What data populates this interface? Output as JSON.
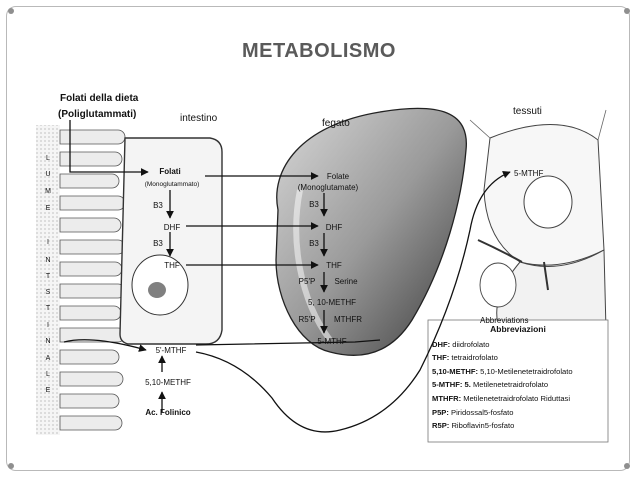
{
  "slide": {
    "title": "METABOLISMO"
  },
  "diagram": {
    "left_header_line1": "Folati della dieta",
    "left_header_line2": "(Poliglutammati)",
    "lume_letters": [
      "L",
      "U",
      "M",
      "E",
      "I",
      "N",
      "T",
      "S",
      "T",
      "I",
      "N",
      "A",
      "L",
      "E"
    ],
    "regions": {
      "intestino": "intestino",
      "fegato": "fegato",
      "tessuti": "tessuti"
    },
    "intestine_nodes": {
      "folati": "Folati",
      "folati_sub": "(Monoglutammato)",
      "b3_1": "B3",
      "dhf": "DHF",
      "b3_2": "B3",
      "thf": "THF",
      "mthf5": "5'-MTHF",
      "methf510": "5,10-METHF",
      "ac_folinico": "Ac. Folinico"
    },
    "liver_nodes": {
      "folate": "Folate",
      "folate_sub": "(Monoglutamate)",
      "b3_1": "B3",
      "dhf": "DHF",
      "b3_2": "B3",
      "thf": "THF",
      "p5p": "P5'P",
      "serine": "Serine",
      "methf510": "5, 10-METHF",
      "r5p": "R5'P",
      "mthfr": "MTHFR",
      "mthf5": "5-MTHF"
    },
    "tissue_node": "5-MTHF",
    "tissue_clipped_text": "Abbreviations"
  },
  "abbreviations": {
    "heading": "Abbreviazioni",
    "items": [
      {
        "term": "DHF:",
        "def": "diidrofolato"
      },
      {
        "term": "THF:",
        "def": "tetraidrofolato"
      },
      {
        "term": "5,10-METHF:",
        "def": "5,10-Metilenetetraidrofolato"
      },
      {
        "term": "5-MTHF: 5.",
        "def": "Metilenetetraidrofolato"
      },
      {
        "term": "MTHFR:",
        "def": "Metilenetetraidrofolato Riduttasi"
      },
      {
        "term": "P5P:",
        "def": "Piridossal5-fosfato"
      },
      {
        "term": "R5P:",
        "def": "Riboflavin5-fosfato"
      }
    ]
  }
}
